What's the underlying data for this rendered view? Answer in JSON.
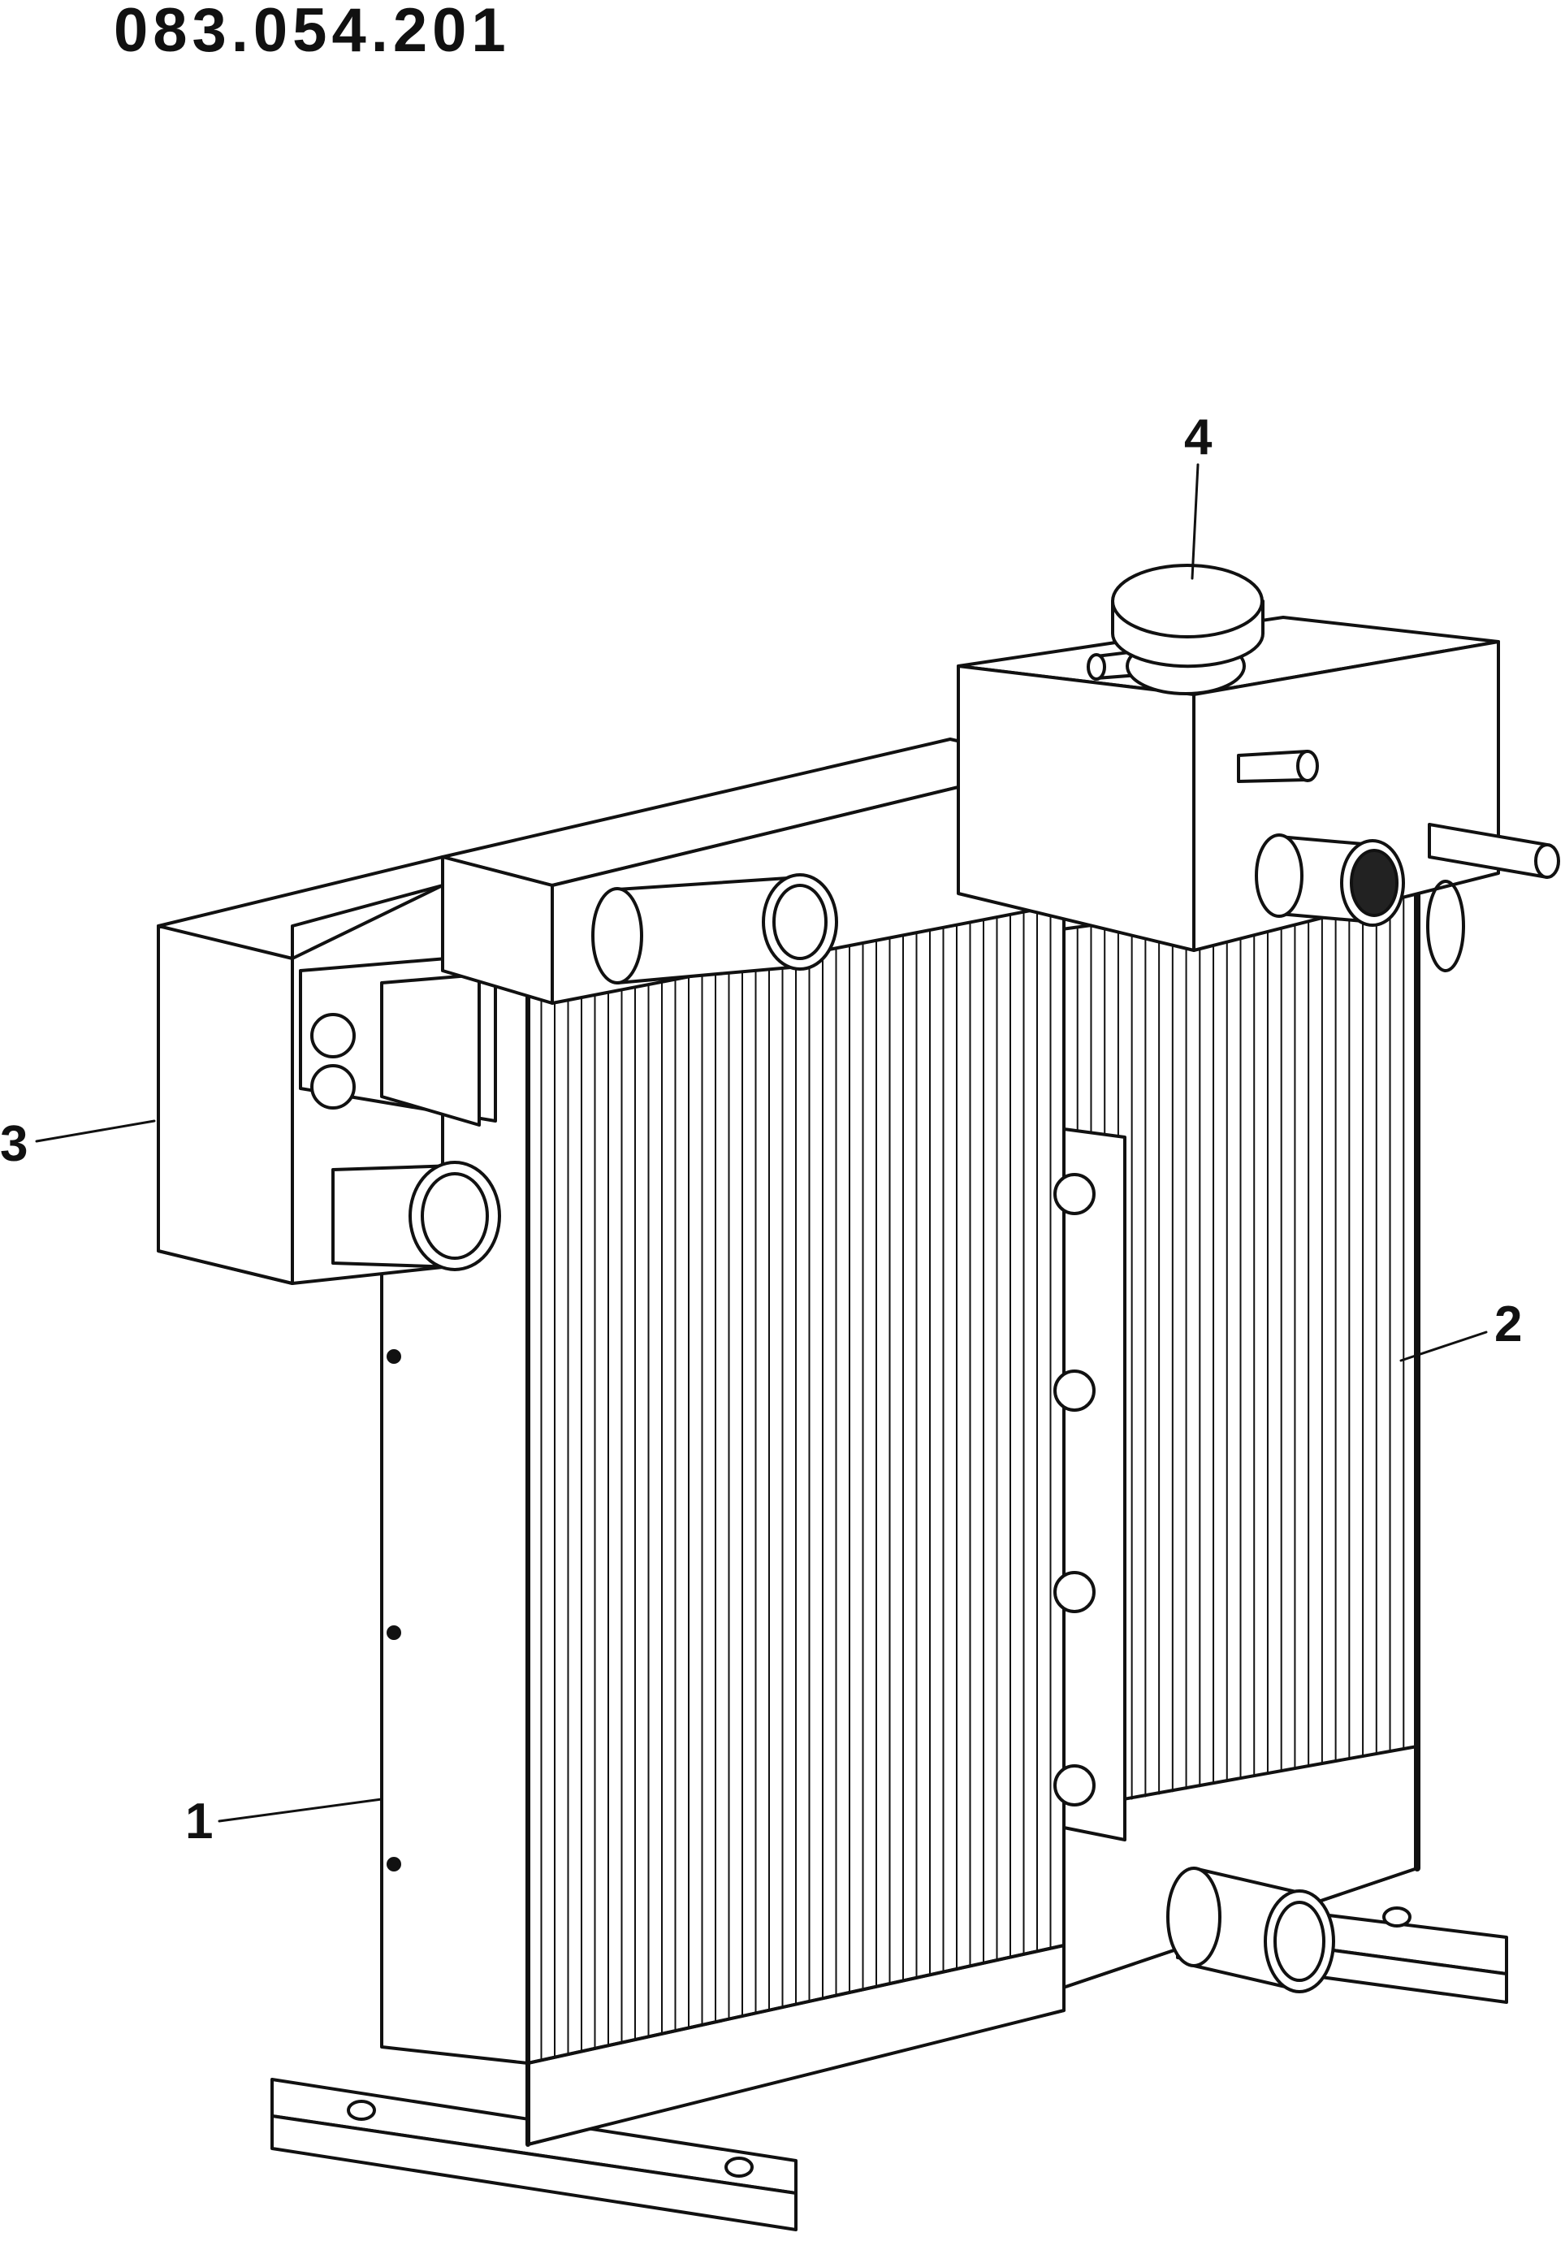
{
  "document": {
    "part_number": "083.054.201"
  },
  "callouts": [
    {
      "label": "1"
    },
    {
      "label": "2"
    },
    {
      "label": "3"
    },
    {
      "label": "4"
    }
  ],
  "colors": {
    "line": "#111111",
    "fill": "#ffffff",
    "tube_shadow": "#222222"
  }
}
